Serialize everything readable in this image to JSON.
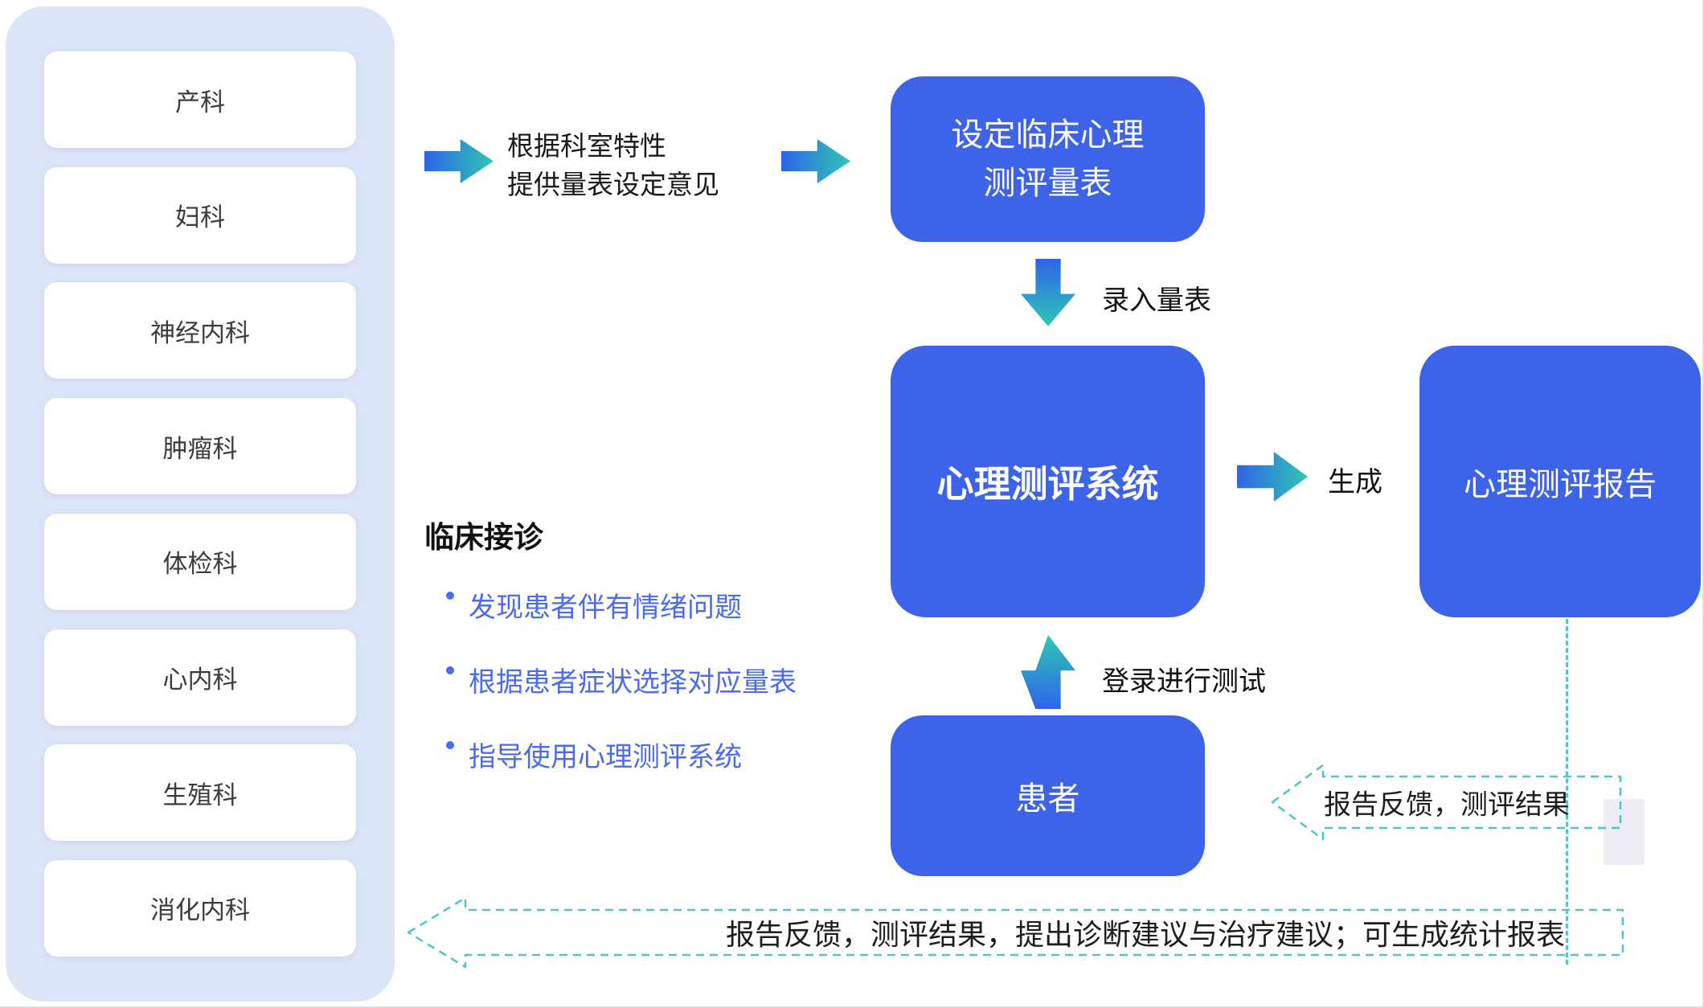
{
  "colors": {
    "panel_bg": "#dce5f8",
    "node_blue": "#3d63e9",
    "arrow_gradient_start": "#2e64e9",
    "arrow_gradient_end": "#2fc7b2",
    "dashed_teal": "#55c6c2",
    "bullet_blue": "#4a6af0"
  },
  "departments": [
    "产科",
    "妇科",
    "神经内科",
    "肿瘤科",
    "体检科",
    "心内科",
    "生殖科",
    "消化内科"
  ],
  "flow": {
    "advice_note": "根据科室特性\n提供量表设定意见",
    "scale_setup_box": "设定临床心理\n测评量表",
    "enter_scale_label": "录入量表",
    "system_box": "心理测评系统",
    "generate_label": "生成",
    "report_box": "心理测评报告",
    "login_label": "登录进行测试",
    "patient_box": "患者"
  },
  "clinical": {
    "title": "临床接诊",
    "bullets": [
      "发现患者伴有情绪问题",
      "根据患者症状选择对应量表",
      "指导使用心理测评系统"
    ]
  },
  "feedback": {
    "to_patient": "报告反馈，测评结果",
    "to_departments": "报告反馈，测评结果，提出诊断建议与治疗建议；可生成统计报表"
  }
}
